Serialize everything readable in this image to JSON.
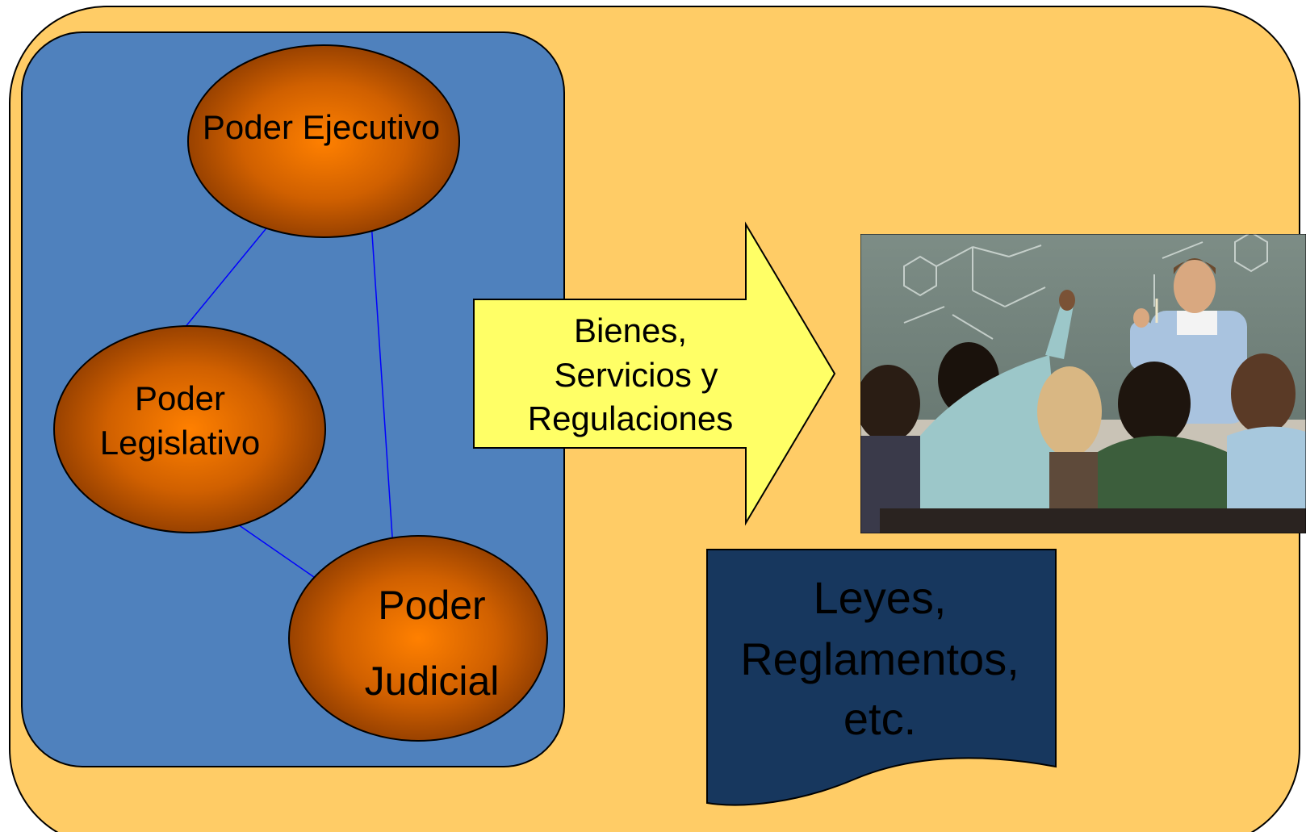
{
  "powers": {
    "ejecutivo": "Poder Ejecutivo",
    "legislativo_line1": "Poder",
    "legislativo_line2": "Legislativo",
    "judicial_line1": "Poder",
    "judicial_line2": "Judicial"
  },
  "arrow": {
    "line1": "Bienes,",
    "line2": "Servicios y",
    "line3": "Regulaciones"
  },
  "document": {
    "line1": "Leyes,",
    "line2": "Reglamentos,",
    "line3": "etc."
  },
  "photo": {
    "subject": "classroom-photo"
  },
  "colors": {
    "outer_panel": "#FFCC66",
    "inner_panel": "#4F81BD",
    "ellipse_center": "#FF8000",
    "ellipse_edge": "#8B3A00",
    "arrow_fill": "#FFFF66",
    "document_fill": "#17375E",
    "connector": "#0000FF"
  }
}
